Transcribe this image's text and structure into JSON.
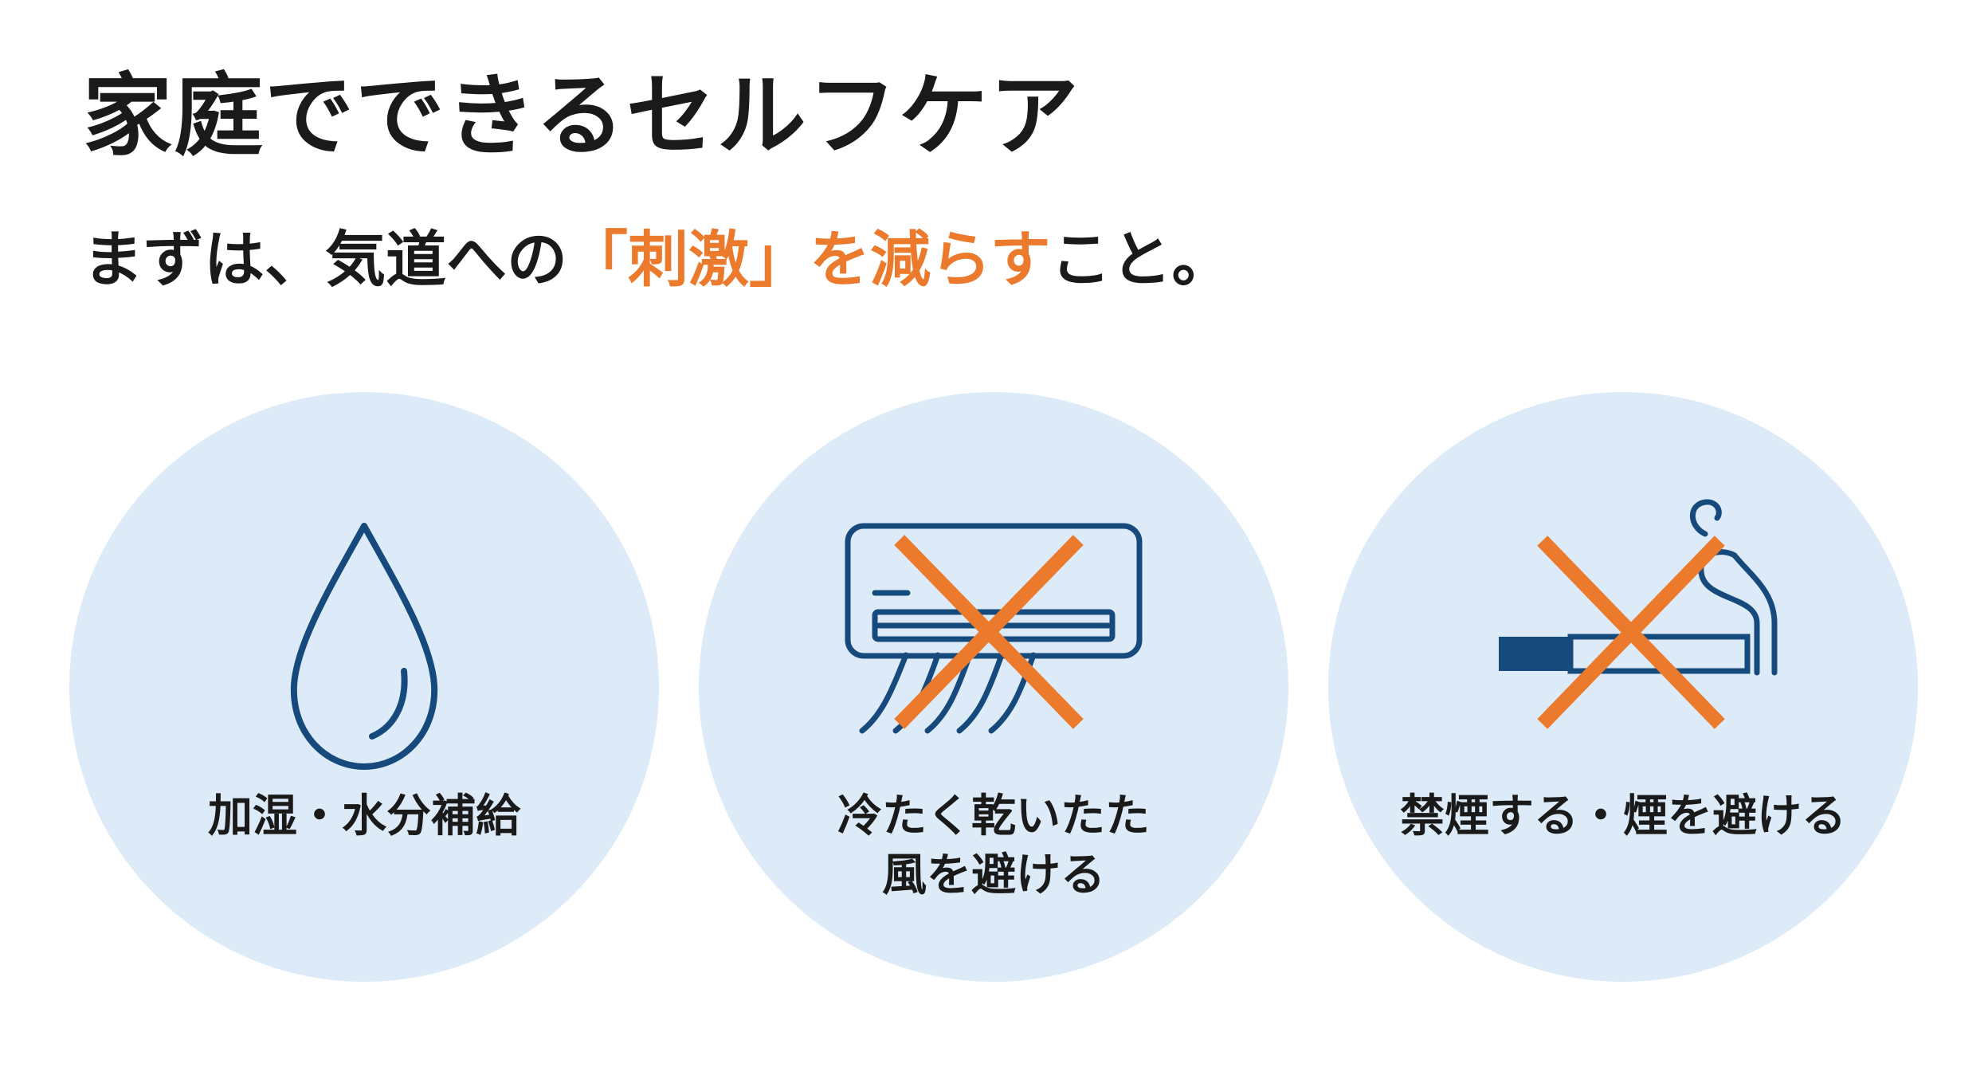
{
  "title": "家庭でできるセルフケア",
  "subtitle": {
    "before": "まずは、気道への",
    "accent": "「刺激」を減らす",
    "after": "こと。"
  },
  "colors": {
    "accent": "#ec7a2c",
    "icon": "#174a7c",
    "circle": "#dcebf7",
    "text": "#1a1a1a"
  },
  "cards": [
    {
      "icon": "water-drop-icon",
      "lines": [
        "加湿・水分補給"
      ]
    },
    {
      "icon": "air-conditioner-crossed-icon",
      "lines": [
        "冷たく乾いたた",
        "風を避ける"
      ]
    },
    {
      "icon": "no-smoking-icon",
      "lines": [
        "禁煙する・煙を避ける"
      ]
    }
  ]
}
